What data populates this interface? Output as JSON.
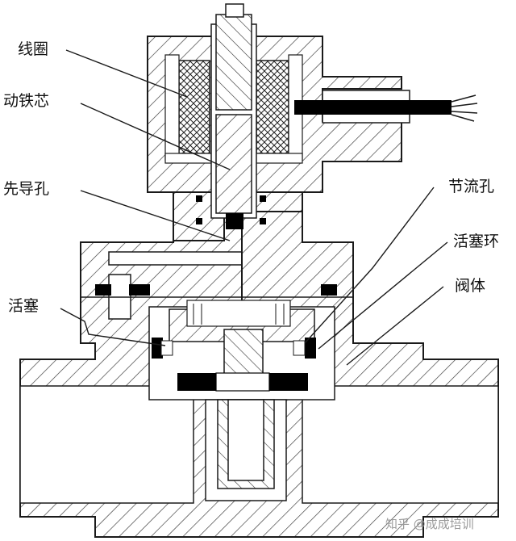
{
  "labels": {
    "coil": "线圈",
    "moving_core": "动铁芯",
    "pilot_hole": "先导孔",
    "throttle_hole": "节流孔",
    "piston_ring": "活塞环",
    "valve_body": "阀体",
    "piston": "活塞"
  },
  "watermark": "知乎 @成成培训",
  "colors": {
    "line": "#1a1a1a",
    "hatch": "#333333",
    "solid": "#000000",
    "background": "#ffffff"
  }
}
